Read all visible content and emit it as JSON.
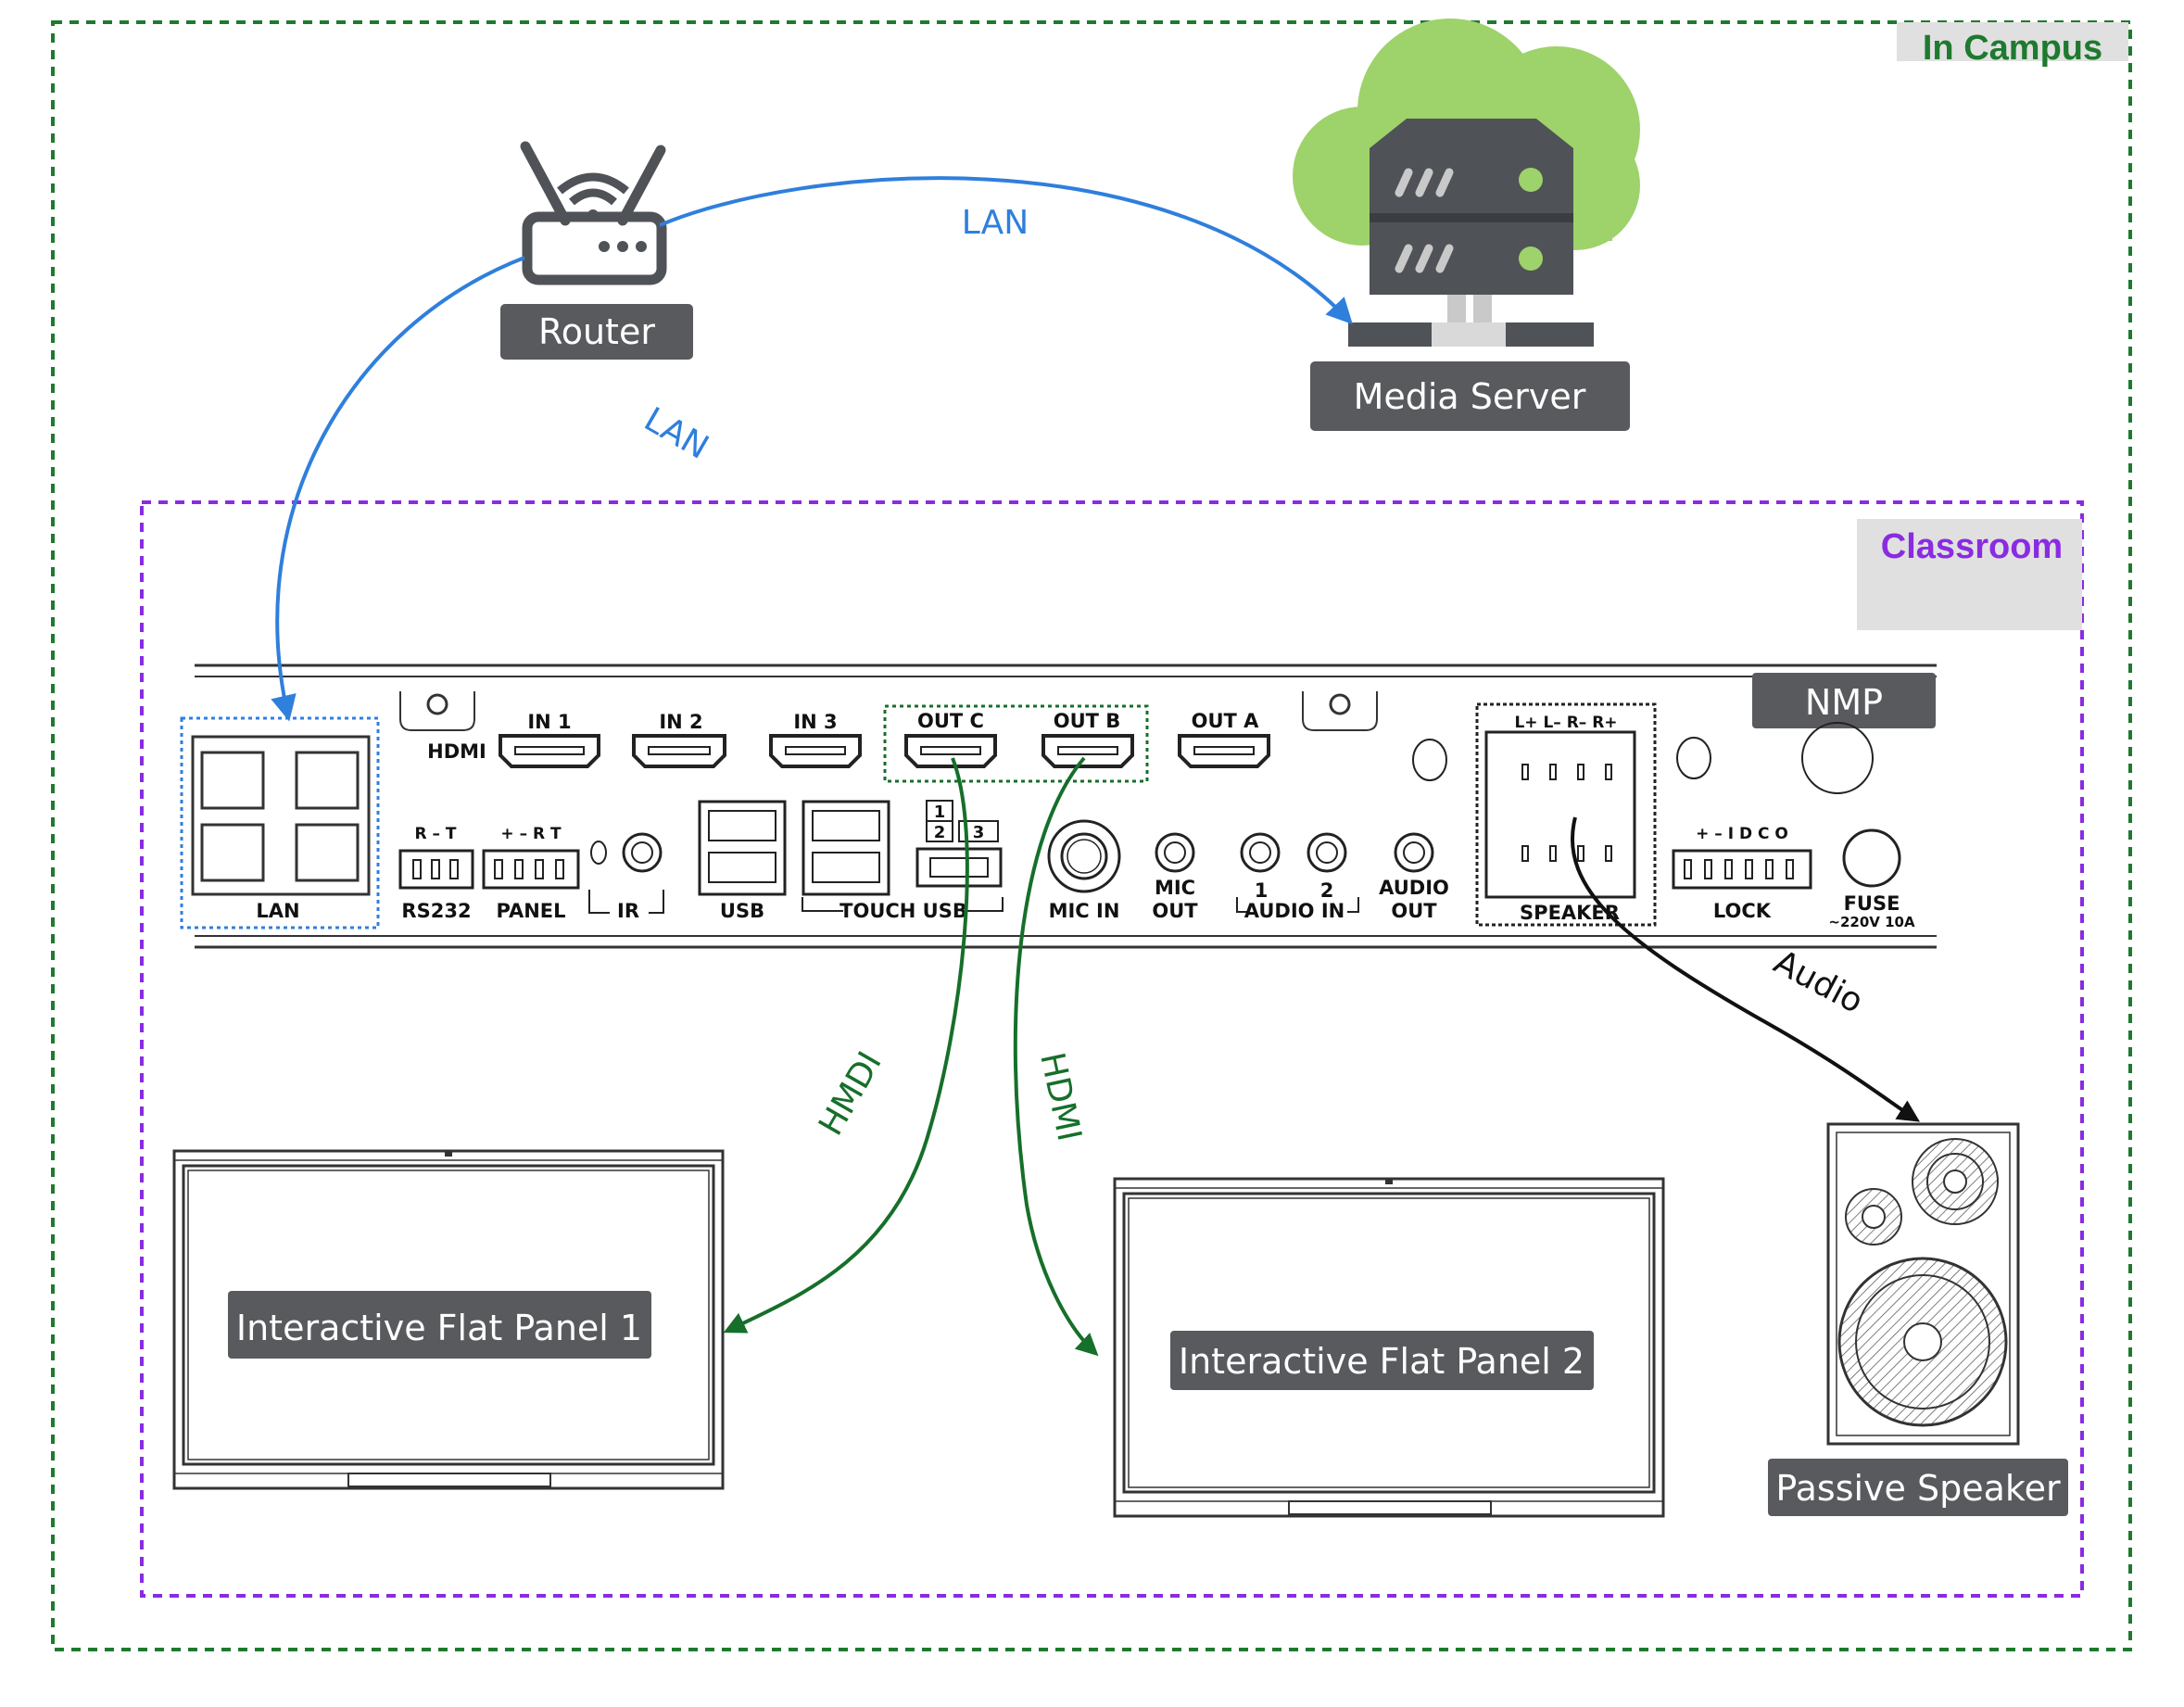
{
  "zones": {
    "campus": "In Campus",
    "classroom": "Classroom"
  },
  "nodes": {
    "router": "Router",
    "media_server": "Media Server",
    "nmp": "NMP",
    "panel1": "Interactive Flat Panel 1",
    "panel2": "Interactive Flat Panel 2",
    "speaker": "Passive Speaker"
  },
  "connections": {
    "lan_top": "LAN",
    "lan_left": "LAN",
    "hdmi_c": "HMDI",
    "hdmi_b": "HDMI",
    "audio": "Audio"
  },
  "ports": {
    "hdmi": "HDMI",
    "in1": "IN 1",
    "in2": "IN 2",
    "in3": "IN 3",
    "outc": "OUT C",
    "outb": "OUT B",
    "outa": "OUT A",
    "lan": "LAN",
    "rs232_pins": "R  –  T",
    "rs232": "RS232",
    "panel_pins": "+  –  R  T",
    "panel": "PANEL",
    "ir": "IR",
    "usb": "USB",
    "touch_usb": "TOUCH USB",
    "touch_1": "1",
    "touch_2": "2",
    "touch_3": "3",
    "mic_in": "MIC IN",
    "mic_out_1": "MIC",
    "mic_out_2": "OUT",
    "audio_in_1": "1",
    "audio_in_2": "2",
    "audio_in": "AUDIO IN",
    "audio_out_1": "AUDIO",
    "audio_out_2": "OUT",
    "speaker_pins": "L+   L–   R–   R+",
    "speaker": "SPEAKER",
    "lock_pins": "+  –  I  D  C  O",
    "lock": "LOCK",
    "fuse": "FUSE",
    "fuse_rating": "~220V 10A"
  },
  "colors": {
    "campus": "#1e7a2e",
    "classroom": "#8a2be2",
    "lan": "#2f7fdc",
    "hdmi": "#166f2a",
    "audio": "#111111",
    "label_bg": "#595a5e",
    "cloud": "#9ed26a",
    "server": "#4f5257"
  }
}
